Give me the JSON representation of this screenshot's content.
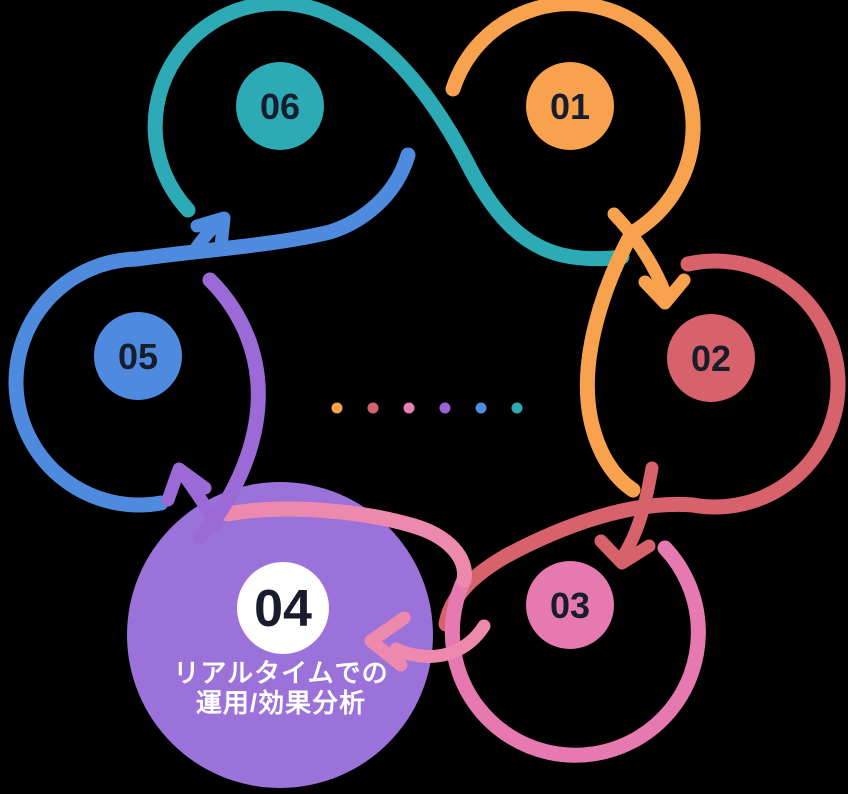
{
  "diagram": {
    "type": "cycle-loop-infographic",
    "background": "#000000",
    "number_color": "#181c2c",
    "steps": [
      {
        "number": "01",
        "color": "#f8a24e"
      },
      {
        "number": "02",
        "color": "#d7626b"
      },
      {
        "number": "03",
        "color": "#e579b0"
      },
      {
        "number": "04",
        "color": "#9b71da",
        "highlighted": true,
        "number_bg": "#ffffff",
        "caption_line1": "リアルタイムでの",
        "caption_line2": "運用/効果分析",
        "caption_color": "#ffffff"
      },
      {
        "number": "05",
        "color": "#4e8bde"
      },
      {
        "number": "06",
        "color": "#2caab6"
      }
    ],
    "accents": {
      "pink_tail": "#ee89ae",
      "purple_stroke": "#9c6ad7"
    },
    "center_dots": [
      "#f8a24e",
      "#d7626b",
      "#e87fb3",
      "#9c63d8",
      "#4e8bde",
      "#2caab6"
    ]
  }
}
